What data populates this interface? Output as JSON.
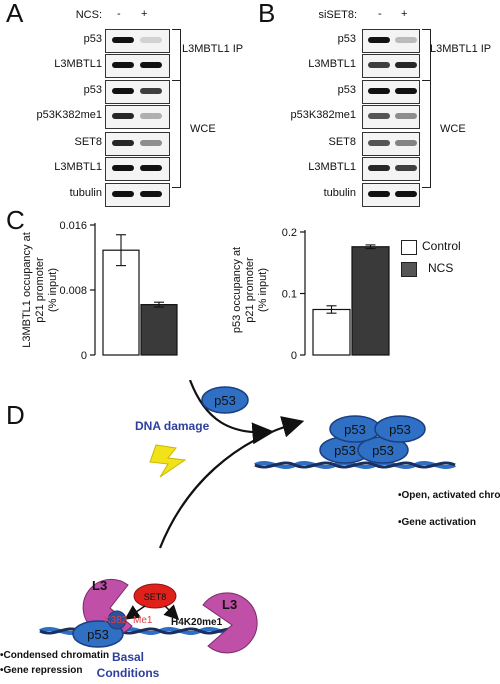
{
  "panel_a": {
    "letter": "A",
    "condition_label": "NCS:",
    "lane_labels": [
      "-",
      "+"
    ],
    "rows": [
      "p53",
      "L3MBTL1",
      "p53",
      "p53K382me1",
      "SET8",
      "L3MBTL1",
      "tubulin"
    ],
    "bracket_labels": [
      "L3MBTL1 IP",
      "WCE"
    ]
  },
  "panel_b": {
    "letter": "B",
    "condition_label": "siSET8:",
    "lane_labels": [
      "-",
      "+"
    ],
    "rows": [
      "p53",
      "L3MBTL1",
      "p53",
      "p53K382me1",
      "SET8",
      "L3MBTL1",
      "tubulin"
    ],
    "bracket_labels": [
      "L3MBTL1 IP",
      "WCE"
    ]
  },
  "panel_c": {
    "letter": "C",
    "legend": [
      "Control",
      "NCS"
    ],
    "colors": {
      "control": "#ffffff",
      "ncs": "#3a3a3a"
    }
  },
  "chart_data": [
    {
      "type": "bar",
      "ylabel": "L3MBTL1 occupancy at p21 promoter (% input)",
      "yticks": [
        "0",
        "0.008",
        "0.016"
      ],
      "ylim": [
        0,
        0.016
      ],
      "series": [
        {
          "name": "Control",
          "values": [
            0.0129
          ],
          "error": [
            0.0019
          ]
        },
        {
          "name": "NCS",
          "values": [
            0.0062
          ],
          "error": [
            0.0003
          ]
        }
      ]
    },
    {
      "type": "bar",
      "ylabel": "p53 occupancy at p21 promoter (% input)",
      "yticks": [
        "0",
        "0.1",
        "0.2"
      ],
      "ylim": [
        0,
        0.2
      ],
      "series": [
        {
          "name": "Control",
          "values": [
            0.074
          ],
          "error": [
            0.006
          ]
        },
        {
          "name": "NCS",
          "values": [
            0.176
          ],
          "error": [
            0.003
          ]
        }
      ]
    }
  ],
  "panel_d": {
    "letter": "D",
    "dna_damage": "DNA damage",
    "p53": "p53",
    "l3": "L3",
    "set8": "SET8",
    "k382": "K382",
    "me1": "Me1",
    "h4k20": "H4K20me1",
    "basal_1": "Basal",
    "basal_2": "Conditions",
    "bullets_left": [
      "Condensed chromatin",
      "Gene repression"
    ],
    "bullets_right": [
      "Open, activated chromatin",
      "Gene activation"
    ],
    "colors": {
      "p53": "#2f6fc4",
      "l3": "#c04fa8",
      "set8": "#e0201a",
      "text_blue": "#2d3f9e",
      "dna": "#2f6fc4"
    }
  }
}
